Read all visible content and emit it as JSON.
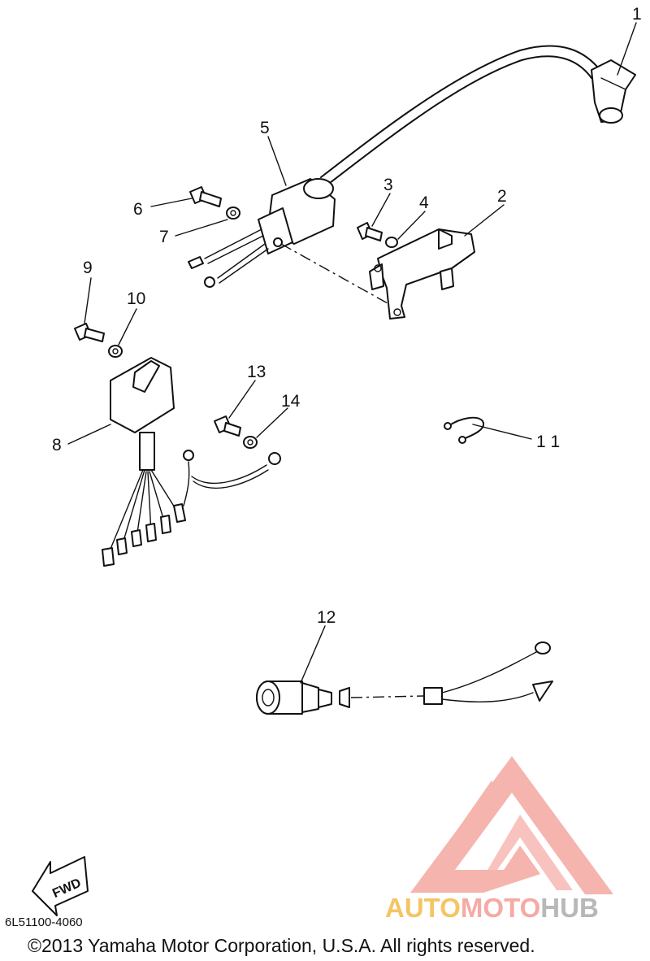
{
  "callouts": [
    {
      "id": "1",
      "label": "1"
    },
    {
      "id": "2",
      "label": "2"
    },
    {
      "id": "3",
      "label": "3"
    },
    {
      "id": "4",
      "label": "4"
    },
    {
      "id": "5",
      "label": "5"
    },
    {
      "id": "6",
      "label": "6"
    },
    {
      "id": "7",
      "label": "7"
    },
    {
      "id": "8",
      "label": "8"
    },
    {
      "id": "9",
      "label": "9"
    },
    {
      "id": "10",
      "label": "10"
    },
    {
      "id": "11",
      "label": "1 1"
    },
    {
      "id": "12",
      "label": "12"
    },
    {
      "id": "13",
      "label": "13"
    },
    {
      "id": "14",
      "label": "14"
    }
  ],
  "direction_marker": "FWD",
  "part_code": "6L51100-4060",
  "copyright": "©2013 Yamaha Motor Corporation, U.S.A. All rights reserved.",
  "watermark": {
    "word1": "AUTO",
    "word2": "MOTO",
    "word3": "HUB",
    "colors": {
      "auto": "#f5c563",
      "moto": "#f5aaa4",
      "hub": "#b8b8b8",
      "logo": "#f5a8a2"
    }
  }
}
